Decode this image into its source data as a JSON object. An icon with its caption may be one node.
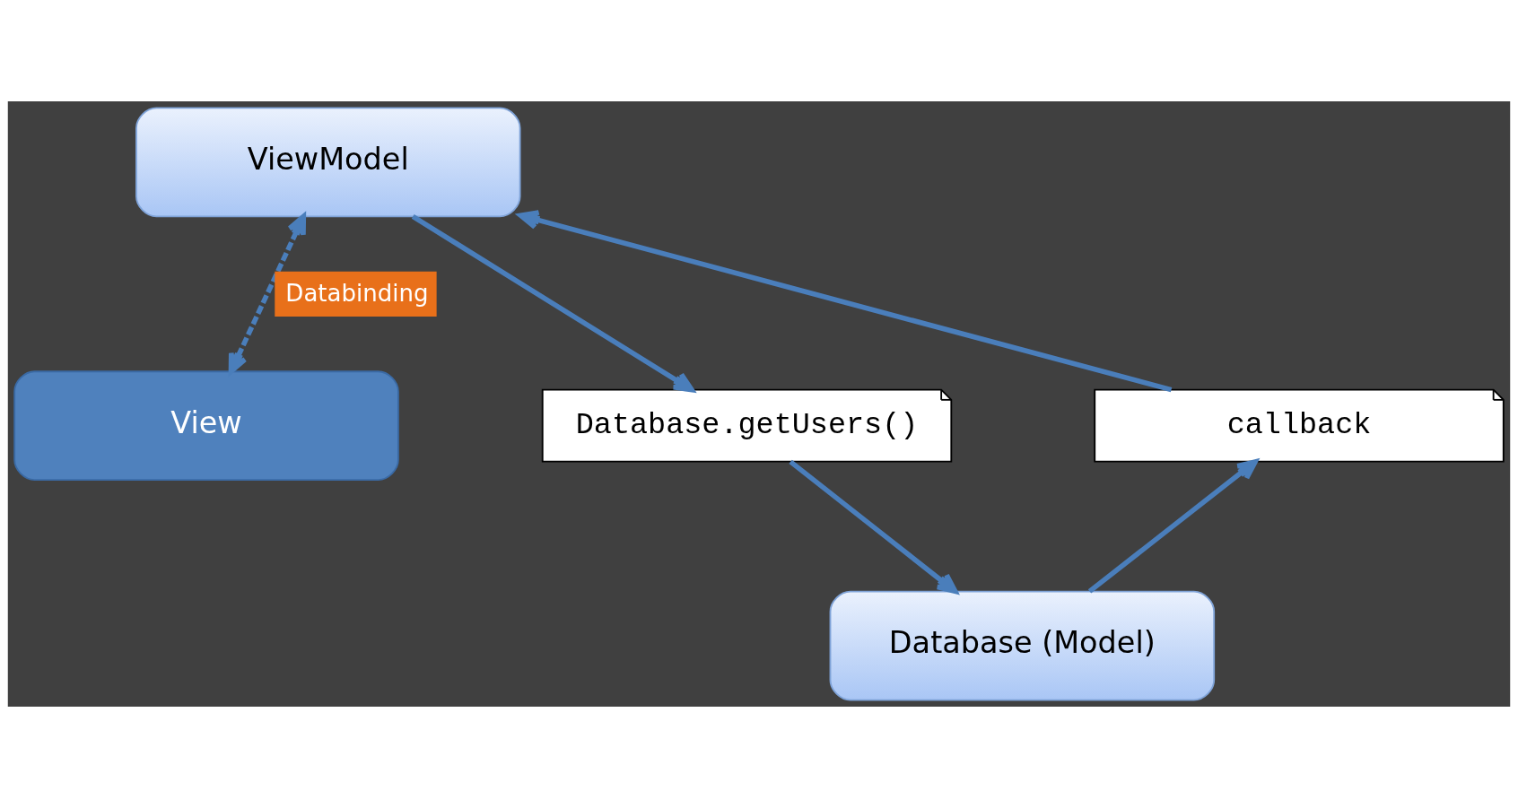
{
  "diagram": {
    "nodes": [
      {
        "text": [
          "View"
        ]
      },
      {
        "text": [
          "ViewModel"
        ]
      },
      {
        "text": [
          "Database.getUsers()"
        ]
      },
      {
        "text": [
          "callback"
        ]
      },
      {
        "text": [
          "Database (Model)"
        ]
      }
    ],
    "edges": [
      {
        "from": 1,
        "to": 0,
        "arrow": "both",
        "style": "dashed",
        "label": "Databinding"
      },
      {
        "from": 1,
        "to": 2,
        "arrow": "to"
      },
      {
        "from": 2,
        "to": 4,
        "arrow": "to"
      },
      {
        "from": 4,
        "to": 3,
        "arrow": "to"
      },
      {
        "from": 3,
        "to": 1,
        "arrow": "to"
      }
    ]
  }
}
